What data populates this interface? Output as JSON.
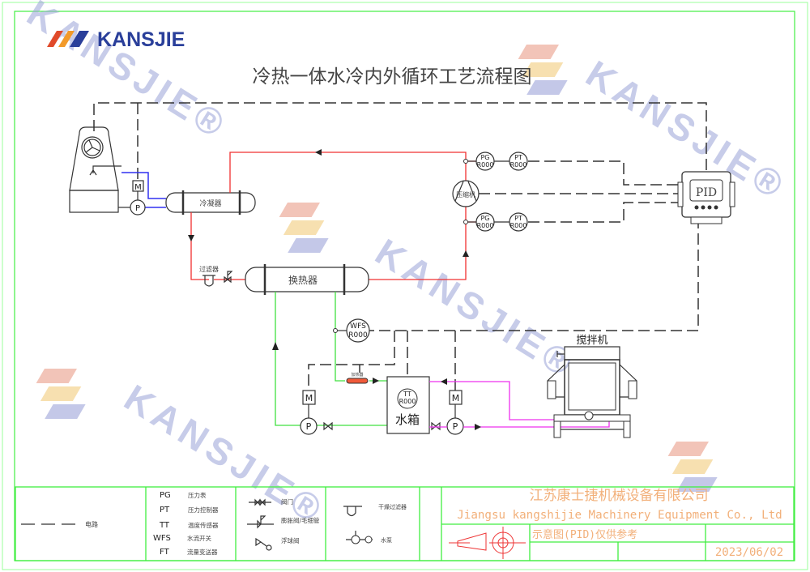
{
  "logo": {
    "text": "KANSJIE"
  },
  "title": "冷热一体水冷内外循环工艺流程图",
  "watermark": "KANSJIE®",
  "equipment": {
    "condenser": "冷凝器",
    "heat_exchanger": "换热器",
    "filter": "过滤器",
    "compressor": "压缩机",
    "controller": "PID",
    "tank": "水箱",
    "mixer": "搅拌机",
    "heater": "加热器",
    "motor": "M",
    "pump": "P"
  },
  "instruments": {
    "pg_top": {
      "tag": "PG",
      "code": "R000"
    },
    "pt_top": {
      "tag": "PT",
      "code": "R000"
    },
    "pg_bottom": {
      "tag": "PG",
      "code": "R000"
    },
    "pt_bottom": {
      "tag": "PT",
      "code": "R000"
    },
    "wfs": {
      "tag": "WFS",
      "code": "R000"
    },
    "tt": {
      "tag": "TT",
      "code": "R000"
    }
  },
  "legend": {
    "circuit": "电路",
    "abbr": [
      {
        "code": "PG",
        "desc": "压力表"
      },
      {
        "code": "PT",
        "desc": "压力控制器"
      },
      {
        "code": "TT",
        "desc": "温度传感器"
      },
      {
        "code": "WFS",
        "desc": "水流开关"
      },
      {
        "code": "FT",
        "desc": "流量变送器"
      }
    ],
    "valve": "阀门",
    "expansion_valve": "膨胀阀/毛细管",
    "float_valve": "浮球阀",
    "dry_filter": "干燥过滤器",
    "pump": "水泵"
  },
  "title_block": {
    "company_cn": "江苏康士捷机械设备有限公司",
    "company_en": "Jiangsu kangshijie Machinery Equipment Co., Ltd",
    "note": "示意图(PID)仅供参考",
    "date": "2023/06/02"
  }
}
